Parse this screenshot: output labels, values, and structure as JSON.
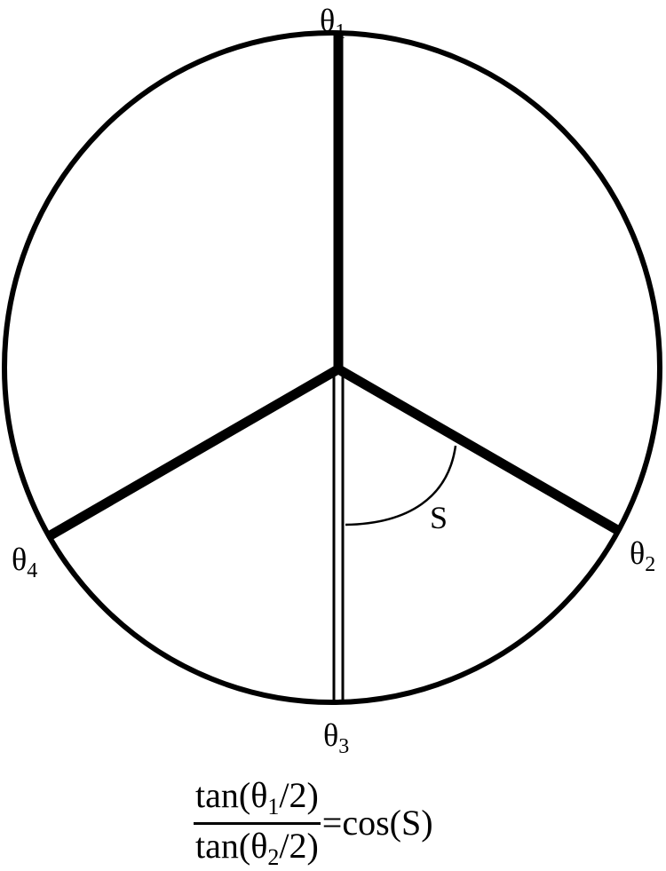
{
  "diagram": {
    "nodes": [
      {
        "id": "theta1",
        "label": "θ",
        "sub": "1"
      },
      {
        "id": "theta2",
        "label": "θ",
        "sub": "2"
      },
      {
        "id": "theta3",
        "label": "θ",
        "sub": "3"
      },
      {
        "id": "theta4",
        "label": "θ",
        "sub": "4"
      }
    ],
    "angle_label": "S",
    "formula": {
      "num_pre": "tan(θ",
      "num_sub": "1",
      "num_post": "/2)",
      "den_pre": "tan(θ",
      "den_sub": "2",
      "den_post": "/2)",
      "rhs": "=cos(S)"
    }
  }
}
